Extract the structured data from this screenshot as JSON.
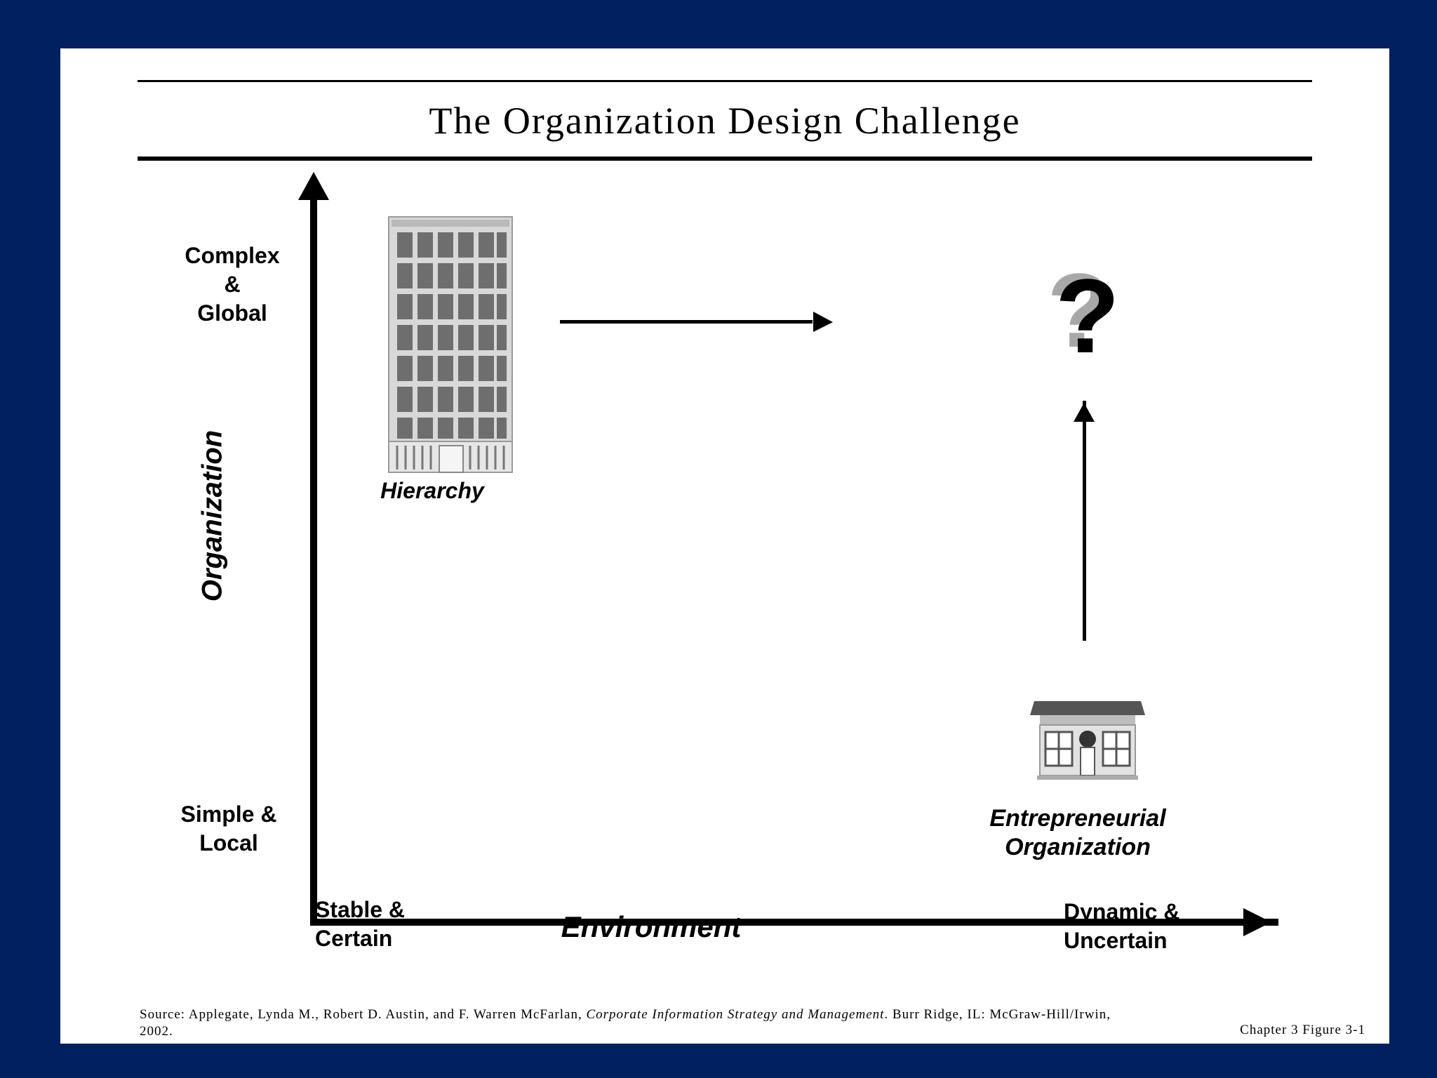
{
  "title": "The Organization Design Challenge",
  "y_axis": {
    "title": "Organization",
    "top_label": [
      "Complex &",
      "Global"
    ],
    "bottom_label": [
      "Simple &",
      "Local"
    ]
  },
  "x_axis": {
    "title": "Environment",
    "left_label": [
      "Stable &",
      "Certain"
    ],
    "right_label": [
      "Dynamic &",
      "Uncertain"
    ]
  },
  "nodes": {
    "hierarchy": "Hierarchy",
    "entrepreneurial": [
      "Entrepreneurial",
      "Organization"
    ],
    "unknown": "?"
  },
  "source": {
    "prefix": "Source: Applegate, Lynda M., Robert D. Austin, and F. Warren McFarlan, ",
    "book": "Corporate Information Strategy and Management",
    "suffix": ". Burr Ridge, IL: McGraw-Hill/Irwin, 2002."
  },
  "figure_label": "Chapter 3 Figure 3-1",
  "colors": {
    "frame": "#002060",
    "slide": "#ffffff",
    "ink": "#000000"
  }
}
